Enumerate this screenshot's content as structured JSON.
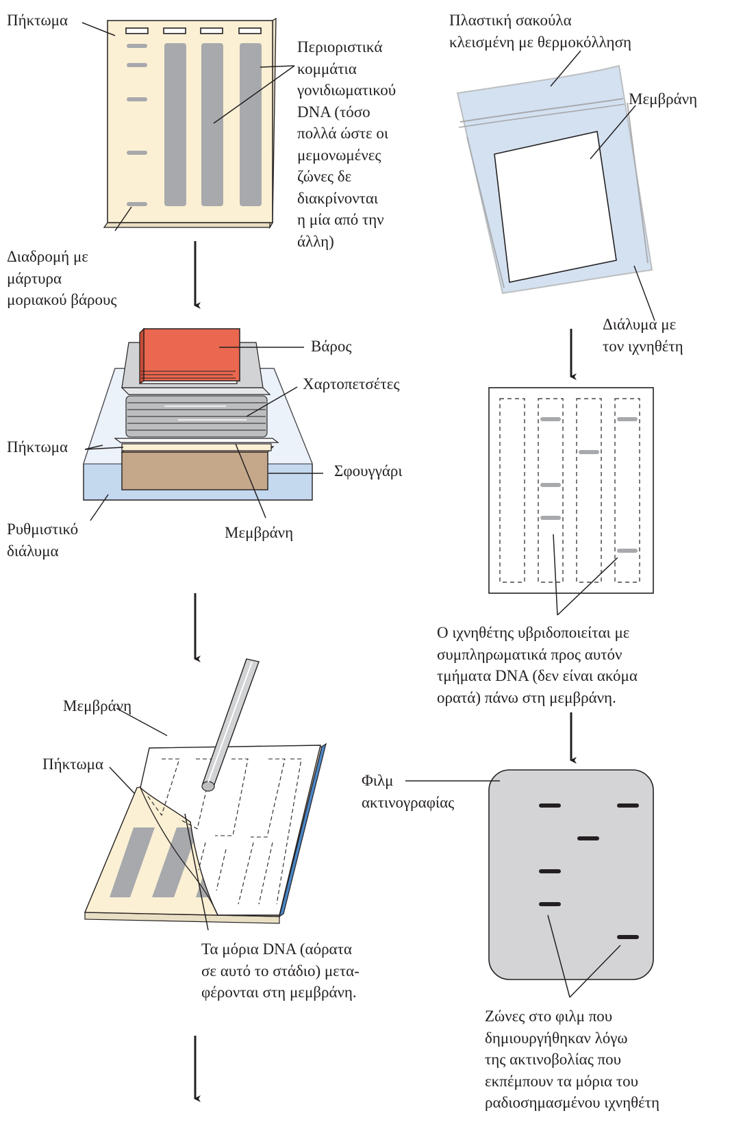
{
  "panel_gel": {
    "gel_label": "Πήκτωμα",
    "fragments_label": [
      "Περιοριστικά",
      "κομμάτια",
      "γονιδιωματικού",
      "DNA (τόσο",
      "πολλά ώστε οι",
      "μεμονωμένες",
      "ζώνες δε",
      "διακρίνονται",
      "η μία από την",
      "άλλη)"
    ],
    "marker_lane_label": [
      "Διαδρομή με",
      "μάρτυρα",
      "μοριακού βάρους"
    ]
  },
  "panel_blot": {
    "weight_label": "Βάρος",
    "paper_towels_label": "Χαρτοπετσέτες",
    "gel_label": "Πήκτωμα",
    "sponge_label": "Σφουγγάρι",
    "buffer_label": [
      "Ρυθμιστικό",
      "διάλυμα"
    ],
    "membrane_label": "Μεμβράνη"
  },
  "panel_peel": {
    "membrane_label": "Μεμβράνη",
    "gel_label": "Πήκτωμα",
    "transfer_caption": [
      "Τα μόρια DNA (αόρατα",
      "σε αυτό το στάδιο) μετα-",
      "φέρονται στη μεμβράνη."
    ]
  },
  "panel_bag": {
    "bag_label": [
      "Πλαστική σακούλα",
      "κλεισμένη με θερμοκόλληση"
    ],
    "membrane_label": "Μεμβράνη",
    "probe_solution_label": [
      "Διάλυμα με",
      "τον ιχνηθέτη"
    ]
  },
  "panel_hybrid": {
    "caption": [
      "Ο ιχνηθέτης υβριδοποιείται με",
      "συμπληρωματικά προς αυτόν",
      "τμήματα DNA (δεν είναι ακόμα",
      "ορατά) πάνω στη μεμβράνη."
    ]
  },
  "panel_film": {
    "film_label": [
      "Φιλμ",
      "ακτινογραφίας"
    ],
    "caption": [
      "Ζώνες στο φιλμ που",
      "δημιουργήθηκαν λόγω",
      "της ακτινοβολίας που",
      "εκπέμπουν τα μόρια του",
      "ραδιοσημασμένου ιχνηθέτη"
    ]
  },
  "colors": {
    "gel": "#fbf0d4",
    "gel_lane": "#a7a9ac",
    "buffer": "#c4d8ee",
    "weight": "#e9684f",
    "sponge": "#c5a88a",
    "film": "#d4d4d6",
    "band": "#231f20",
    "membrane_edge": "#4a86c6"
  }
}
